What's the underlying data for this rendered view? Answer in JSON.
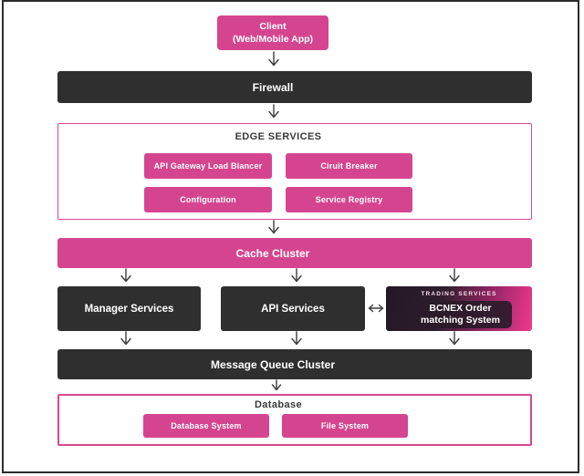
{
  "diagram": {
    "client": {
      "line1": "Client",
      "line2": "(Web/Mobile App)"
    },
    "firewall_label": "Firewall",
    "edge_services": {
      "title": "EDGE SERVICES",
      "buttons": [
        "API Gateway Load Blancer",
        "Ciruit Breaker",
        "Configuration",
        "Service Registry"
      ]
    },
    "cache_label": "Cache Cluster",
    "services_row": {
      "manager_label": "Manager Services",
      "api_label": "API Services",
      "trading_group_label": "TRADING SERVICES",
      "trading_line1": "BCNEX Order",
      "trading_line2": "matching System"
    },
    "queue_label": "Message Queue Cluster",
    "database": {
      "title": "Database",
      "buttons": [
        "Database System",
        "File System"
      ]
    }
  },
  "colors": {
    "accent_pink": "#d5458f",
    "bright_pink": "#f1398f",
    "dark_gray": "#2f2f2f",
    "outline_pink": "#d8488f",
    "arrow_gray": "#3d3d3d",
    "frame_border": "#2b2b2f"
  }
}
